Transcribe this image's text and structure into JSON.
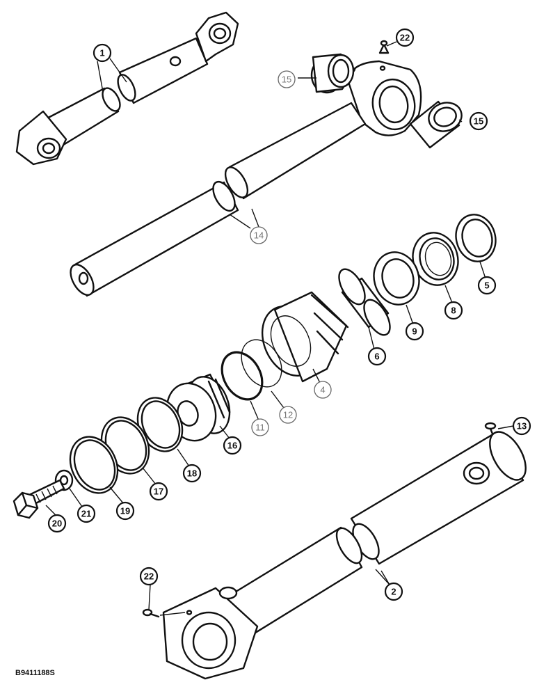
{
  "drawing_code": "B9411188S",
  "callouts": {
    "c1": "1",
    "c2": "2",
    "c4": "4",
    "c5": "5",
    "c6": "6",
    "c8": "8",
    "c9": "9",
    "c11": "11",
    "c12": "12",
    "c13": "13",
    "c14": "14",
    "c15a": "15",
    "c15b": "15",
    "c16": "16",
    "c17": "17",
    "c18": "18",
    "c19": "19",
    "c20": "20",
    "c21": "21",
    "c22a": "22",
    "c22b": "22"
  }
}
